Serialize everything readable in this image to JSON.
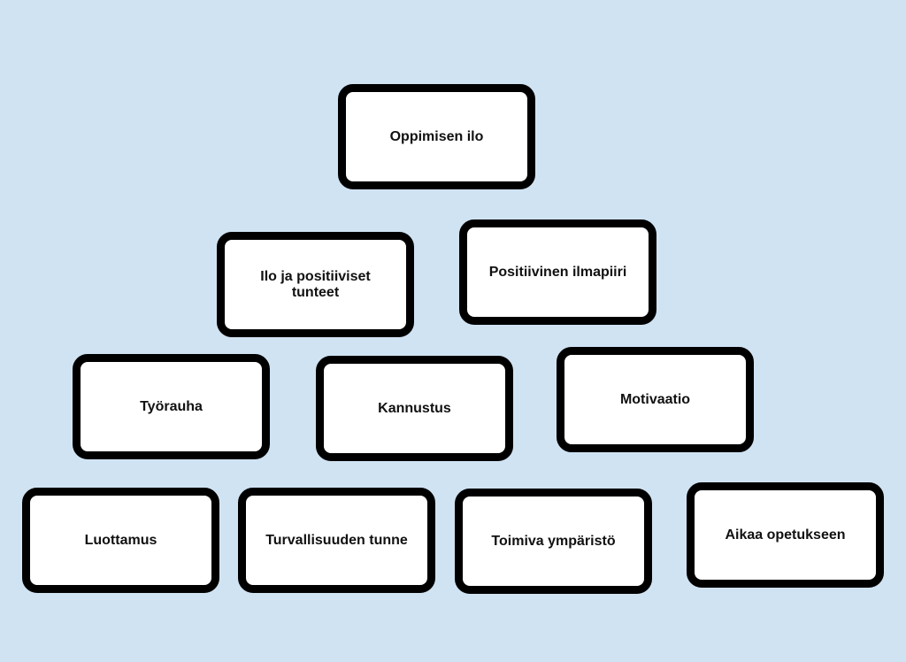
{
  "diagram": {
    "boxes": [
      {
        "label": "Oppimisen ilo"
      },
      {
        "label": "Ilo ja positiiviset tunteet"
      },
      {
        "label": "Positiivinen ilmapiiri"
      },
      {
        "label": "Työrauha"
      },
      {
        "label": "Kannustus"
      },
      {
        "label": "Motivaatio"
      },
      {
        "label": "Luottamus"
      },
      {
        "label": "Turvallisuuden tunne"
      },
      {
        "label": "Toimiva ympäristö"
      },
      {
        "label": "Aikaa opetukseen"
      }
    ]
  }
}
